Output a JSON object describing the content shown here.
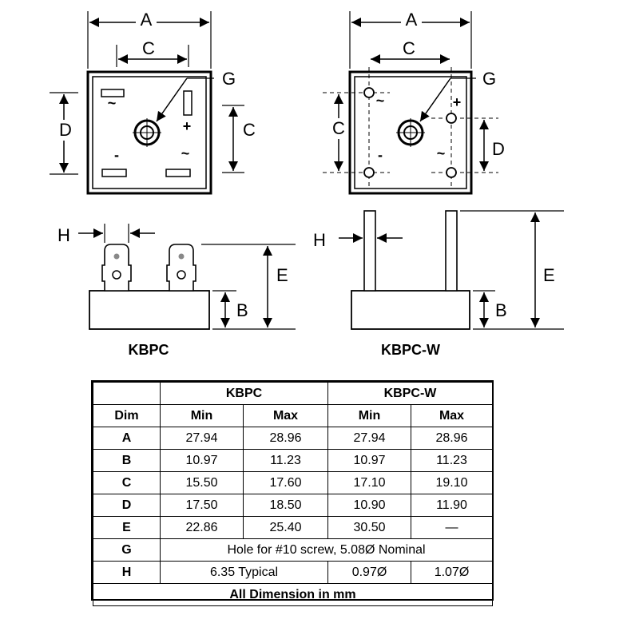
{
  "diagram": {
    "labels": {
      "A": "A",
      "B": "B",
      "C": "C",
      "D": "D",
      "E": "E",
      "G": "G",
      "H": "H"
    },
    "terminals": {
      "ac": "~",
      "plus": "+",
      "minus": "-"
    },
    "captions": {
      "left": "KBPC",
      "right": "KBPC-W"
    }
  },
  "table": {
    "group_headers": {
      "kbpc": "KBPC",
      "kbpcw": "KBPC-W"
    },
    "sub_headers": {
      "dim": "Dim",
      "min": "Min",
      "max": "Max"
    },
    "rows": [
      {
        "dim": "A",
        "kbpc_min": "27.94",
        "kbpc_max": "28.96",
        "kbpcw_min": "27.94",
        "kbpcw_max": "28.96"
      },
      {
        "dim": "B",
        "kbpc_min": "10.97",
        "kbpc_max": "11.23",
        "kbpcw_min": "10.97",
        "kbpcw_max": "11.23"
      },
      {
        "dim": "C",
        "kbpc_min": "15.50",
        "kbpc_max": "17.60",
        "kbpcw_min": "17.10",
        "kbpcw_max": "19.10"
      },
      {
        "dim": "D",
        "kbpc_min": "17.50",
        "kbpc_max": "18.50",
        "kbpcw_min": "10.90",
        "kbpcw_max": "11.90"
      },
      {
        "dim": "E",
        "kbpc_min": "22.86",
        "kbpc_max": "25.40",
        "kbpcw_min": "30.50",
        "kbpcw_max": "—"
      }
    ],
    "row_g": {
      "dim": "G",
      "text": "Hole for #10 screw, 5.08Ø Nominal"
    },
    "row_h": {
      "dim": "H",
      "kbpc": "6.35 Typical",
      "kbpcw_min": "0.97Ø",
      "kbpcw_max": "1.07Ø"
    },
    "footer": "All Dimension in mm"
  }
}
